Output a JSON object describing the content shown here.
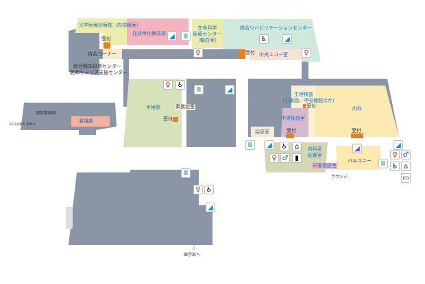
{
  "rooms": {
    "endoscopy": "光学医療診療部（内視鏡室）",
    "blood_purification": "血液浄化療法部",
    "life_science_1": "生命科学",
    "life_science_2": "医療センター",
    "life_science_3": "（輸血室）",
    "rehab": "総合リハビリテーションセンター",
    "echo": "中央エコー室",
    "waiting_corner": "待合コーナー",
    "training_1": "総合臨床研修センター",
    "training_2": "医師キャリア支援センター",
    "admin": "病院事務部",
    "nursing": "看護部",
    "no_entrance": "入口はありません",
    "surgery": "手術部",
    "family_waiting": "家族控室",
    "physiology_1": "生理検査",
    "physiology_2": "（心電図、呼吸機能ほか）",
    "blood_collection": "中央採血室",
    "urine": "採尿室",
    "internal_medicine": "内科",
    "treatment_1": "内科系",
    "treatment_2": "処置室",
    "nutrition": "栄養相談室",
    "balcony": "バルコニー",
    "lounge": "ラウンジ",
    "to_dentistry": "歯学部へ"
  },
  "reception": "受付",
  "colors": {
    "corridor": "#8a95a6",
    "accent": "#e8801f"
  }
}
